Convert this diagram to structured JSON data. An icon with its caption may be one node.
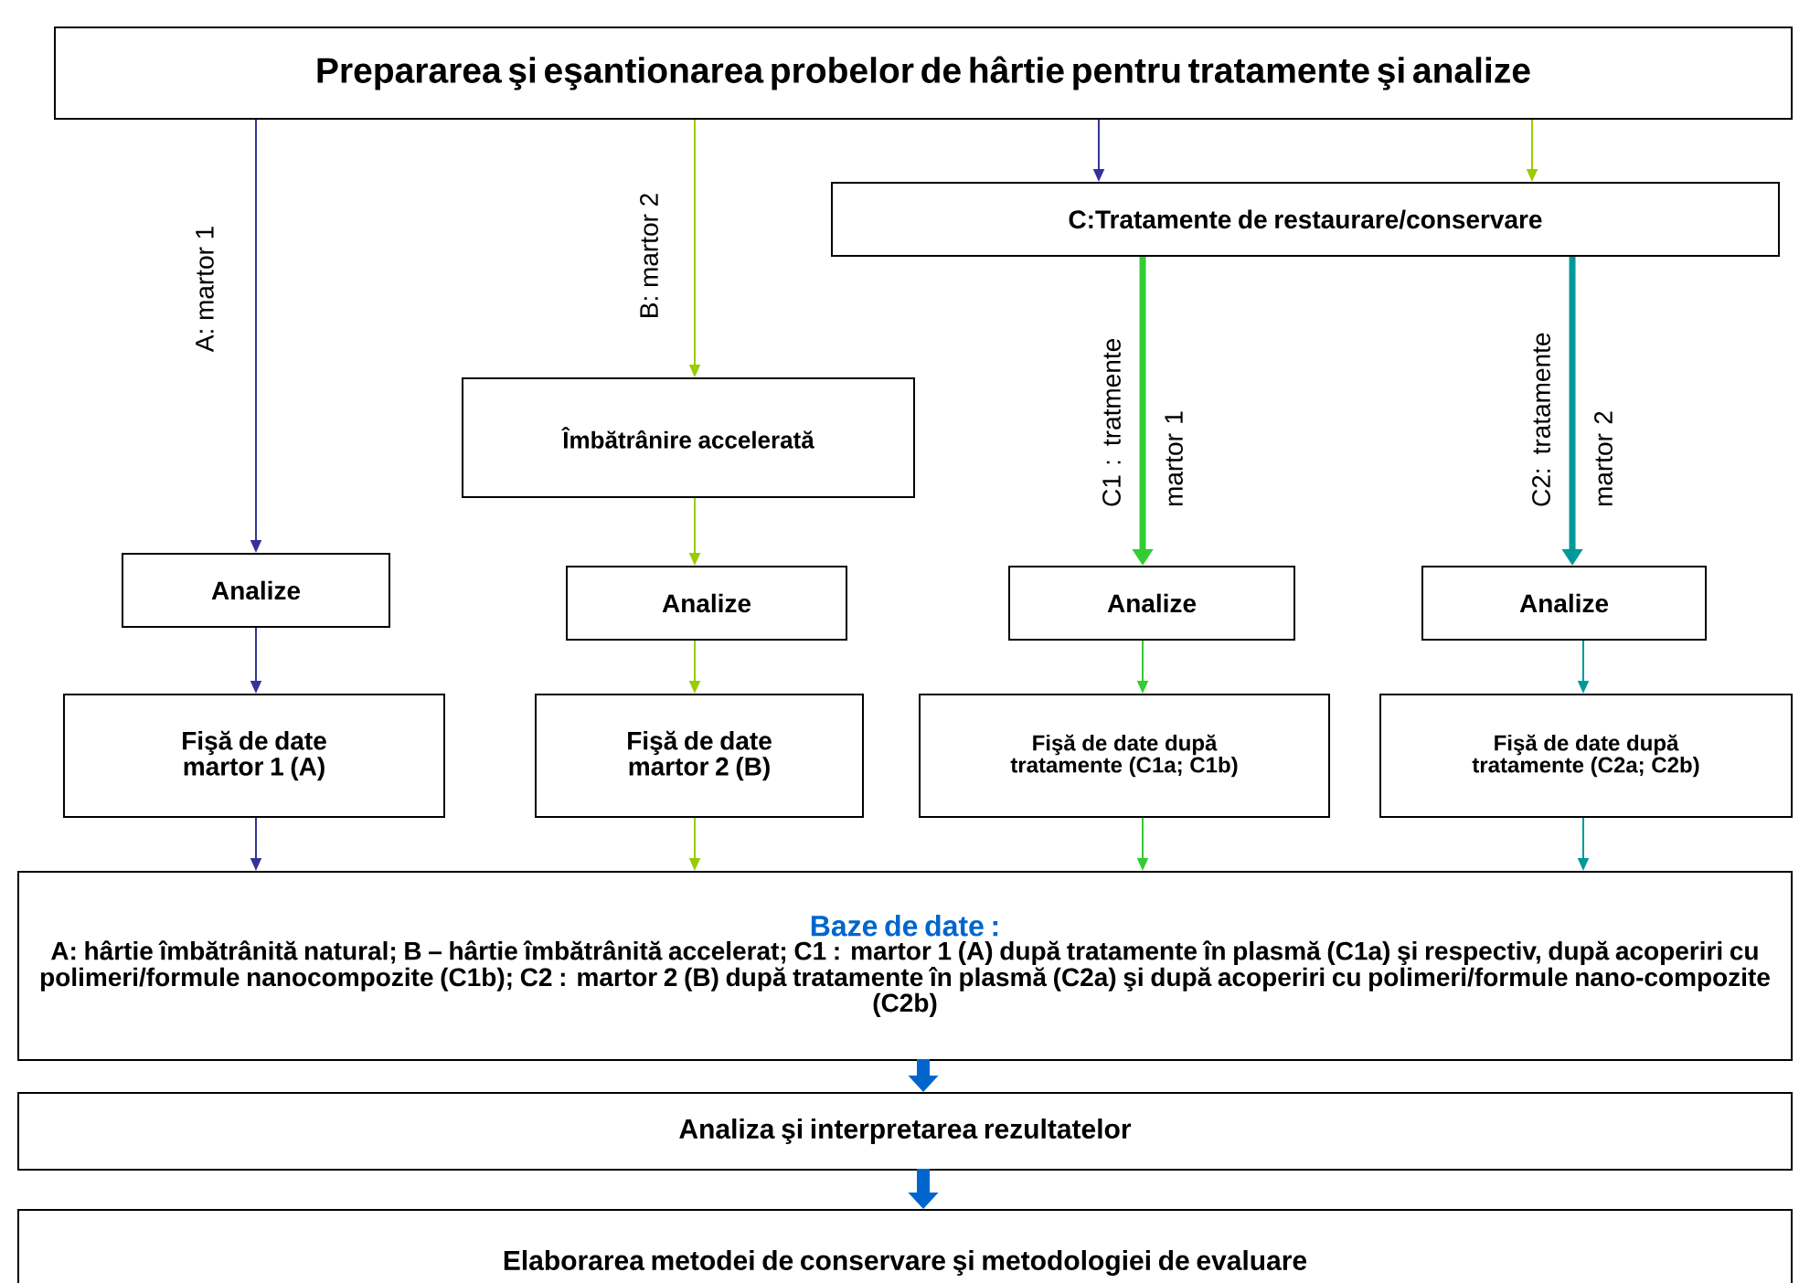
{
  "diagram": {
    "nodes": [
      {
        "text": [
          "Prepararea şi eşantionarea probelor de hârtie pentru tratamente şi analize"
        ]
      },
      {
        "text": [
          "Îmbătrânire accelerată"
        ]
      },
      {
        "text": [
          "C:Tratamente de restaurare/conservare"
        ]
      },
      {
        "text": [
          "Analize"
        ]
      },
      {
        "text": [
          "Analize"
        ]
      },
      {
        "text": [
          "Analize"
        ]
      },
      {
        "text": [
          "Analize"
        ]
      },
      {
        "text": [
          "Fişă de date martor 1 (A)"
        ]
      },
      {
        "text": [
          "Fişă de date martor 2 (B)"
        ]
      },
      {
        "text": [
          "Fişă de date după tratamente (C1a; C1b)"
        ]
      },
      {
        "text": [
          "Fişă de date după tratamente (C2a; C2b)"
        ]
      },
      {
        "text": [
          "Baze de date :",
          "A: hârtie îmbătrânită natural; B – hârtie îmbătrânită accelerat; C1 : martor 1 (A) după tratamente în plasmă (C1a) şi respectiv, după acoperiri cu polimeri/formule nanocompozite (C1b); C2 : martor 2 (B) după tratamente în plasmă (C2a) şi după acoperiri cu polimeri/formule nano-compozite (C2b)"
        ]
      },
      {
        "text": [
          "Analiza şi interpretarea rezultatelor"
        ]
      },
      {
        "text": [
          "Elaborarea metodei de conservare şi metodologiei de evaluare"
        ]
      }
    ],
    "edges": [
      {
        "from": 0,
        "to": 3,
        "arrow": "to",
        "label": "A: martor 1",
        "color": "#333399"
      },
      {
        "from": 0,
        "to": 1,
        "arrow": "to",
        "label": "B: martor 2",
        "color": "#99cc00"
      },
      {
        "from": 0,
        "to": 2,
        "arrow": "to",
        "color": "#333399"
      },
      {
        "from": 0,
        "to": 2,
        "arrow": "to",
        "color": "#99cc00"
      },
      {
        "from": 2,
        "to": 5,
        "arrow": "to",
        "label": "C1 : tratmente martor 1",
        "style": "thick",
        "color": "#33cc33"
      },
      {
        "from": 2,
        "to": 6,
        "arrow": "to",
        "label": "C2: tratamente martor 2",
        "style": "thick",
        "color": "#009999"
      },
      {
        "from": 1,
        "to": 4,
        "arrow": "to",
        "color": "#99cc00"
      },
      {
        "from": 3,
        "to": 7,
        "arrow": "to",
        "color": "#333399"
      },
      {
        "from": 4,
        "to": 8,
        "arrow": "to",
        "color": "#99cc00"
      },
      {
        "from": 5,
        "to": 9,
        "arrow": "to",
        "color": "#33cc33"
      },
      {
        "from": 6,
        "to": 10,
        "arrow": "to",
        "color": "#009999"
      },
      {
        "from": 7,
        "to": 11,
        "arrow": "to",
        "color": "#333399"
      },
      {
        "from": 8,
        "to": 11,
        "arrow": "to",
        "color": "#99cc00"
      },
      {
        "from": 9,
        "to": 11,
        "arrow": "to",
        "color": "#33cc33"
      },
      {
        "from": 10,
        "to": 11,
        "arrow": "to",
        "color": "#009999"
      },
      {
        "from": 11,
        "to": 12,
        "arrow": "to",
        "style": "thick",
        "color": "#0066cc"
      },
      {
        "from": 12,
        "to": 13,
        "arrow": "to",
        "style": "thick",
        "color": "#0066cc"
      }
    ]
  }
}
